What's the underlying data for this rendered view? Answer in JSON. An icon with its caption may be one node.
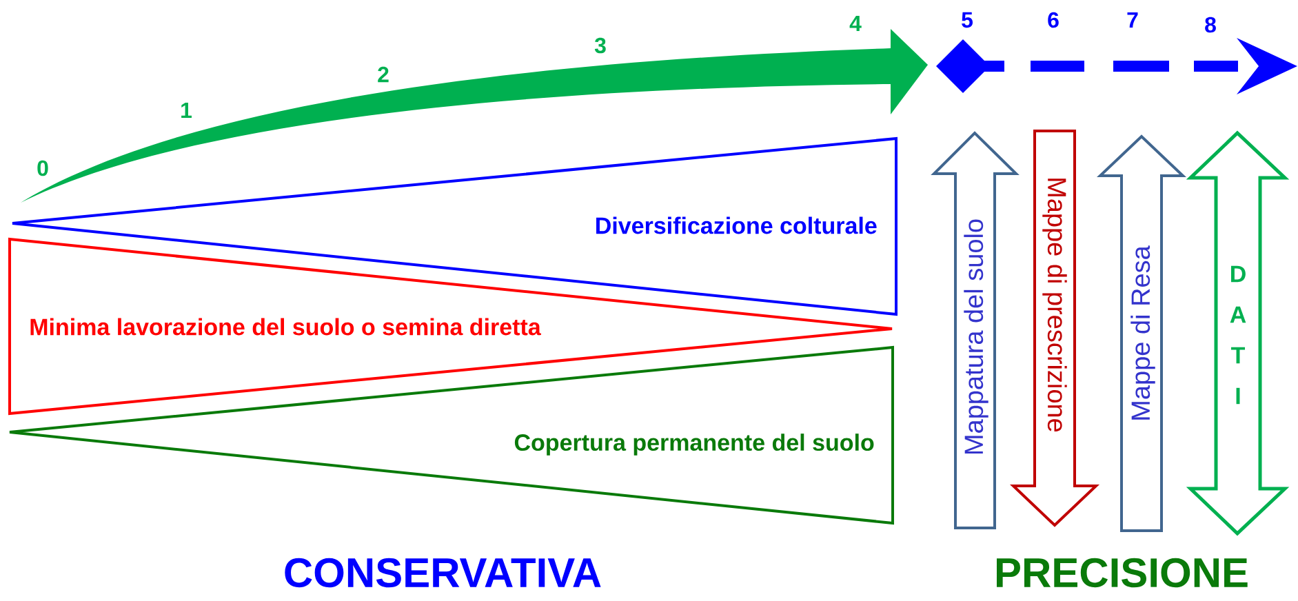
{
  "diagram": {
    "nodes": [
      {
        "text": [
          "Diversificazione colturale"
        ]
      },
      {
        "text": [
          "Minima lavorazione del suolo o semina diretta"
        ]
      },
      {
        "text": [
          "Copertura permanente del suolo"
        ]
      },
      {
        "text": [
          "Mappatura del suolo"
        ]
      },
      {
        "text": [
          "Mappe di prescrizione"
        ]
      },
      {
        "text": [
          "Mappe di Resa"
        ]
      },
      {
        "text": [
          "D A T I"
        ]
      }
    ],
    "labels": [
      "0",
      "1",
      "2",
      "3",
      "4",
      "5",
      "6",
      "7",
      "8",
      "CONSERVATIVA",
      "PRECISIONE"
    ]
  }
}
